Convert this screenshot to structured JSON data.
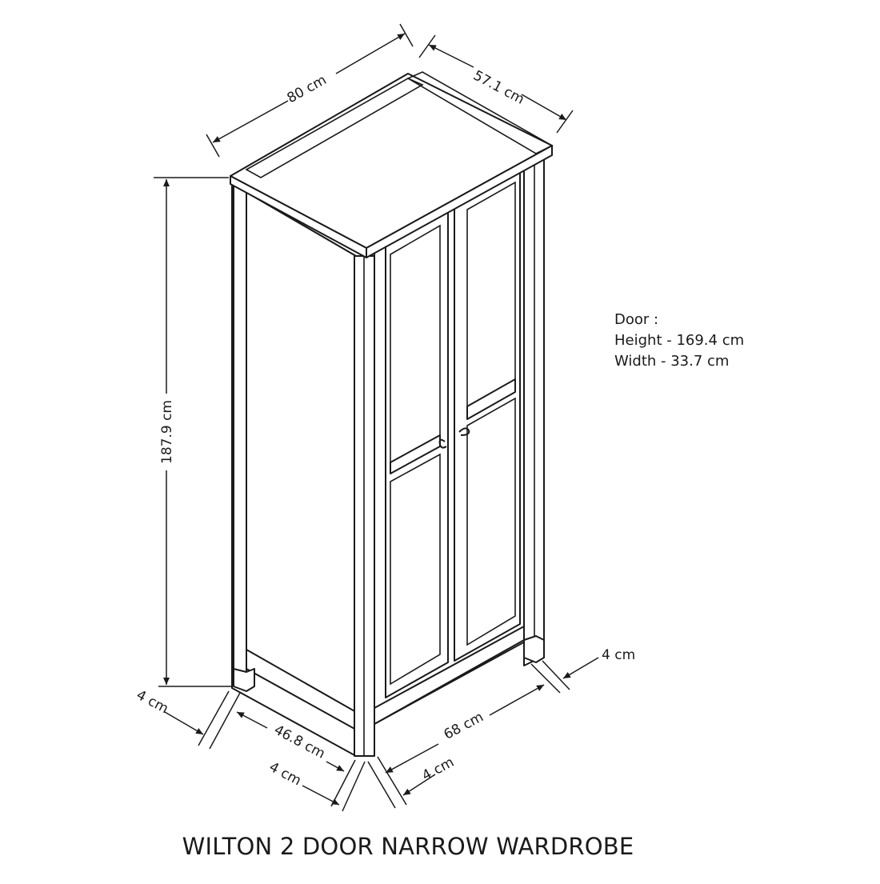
{
  "title": "WILTON 2 DOOR NARROW WARDROBE",
  "dimensions": {
    "width": "80 cm",
    "depth": "57.1 cm",
    "height": "187.9 cm",
    "leg_side_left": "4 cm",
    "inner_depth": "46.8 cm",
    "leg_front_left": "4 cm",
    "leg_front_right": "4 cm",
    "inner_width": "68 cm",
    "leg_right": "4 cm"
  },
  "door_spec": {
    "heading": "Door :",
    "height": "Height - 169.4 cm",
    "width": "Width - 33.7 cm"
  }
}
